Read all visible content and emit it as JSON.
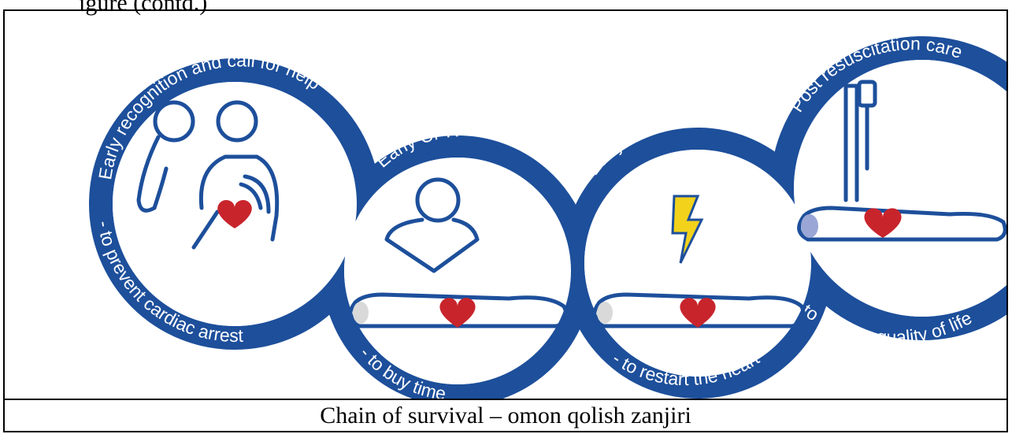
{
  "page_top_text": "igure (contd.)",
  "caption": "Chain of survival – omon qolish zanjiri",
  "colors": {
    "chain": "#1d4f9b",
    "heart": "#c8242c",
    "bolt": "#f2d21b",
    "outline": "#1d4f9b",
    "head_fill": "#d9d9d9"
  },
  "links": [
    {
      "title": "Early recognition and call for help",
      "subtitle": "- to prevent cardiac arrest",
      "icon": "phone-call-icon"
    },
    {
      "title": "Early CPR",
      "subtitle": "- to buy time",
      "icon": "cpr-icon"
    },
    {
      "title": "Early Defibrillation",
      "subtitle": "- to restart the heart",
      "icon": "defibrillation-icon"
    },
    {
      "title": "Post resuscitation care",
      "subtitle": "- to restore quality of life",
      "icon": "iv-drip-icon"
    }
  ]
}
